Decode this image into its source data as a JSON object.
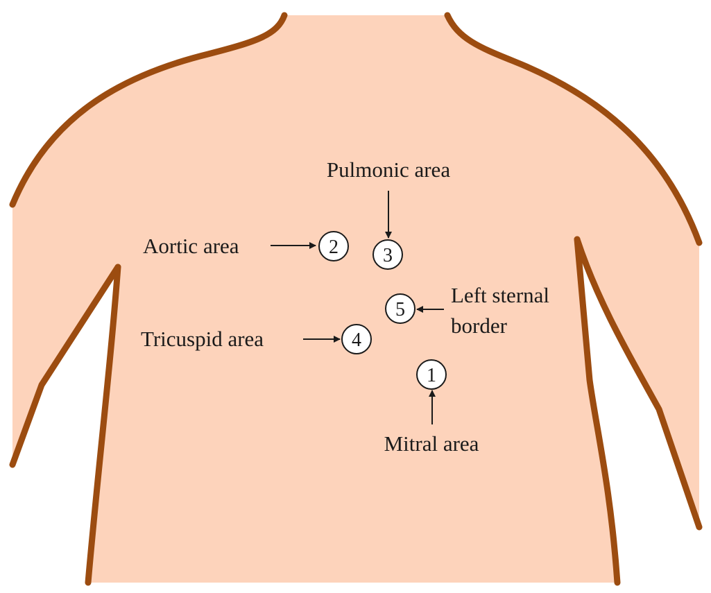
{
  "colors": {
    "skin": "#fdd3bb",
    "outline": "#9c4c10",
    "marker_fill": "#ffffff",
    "text": "#1a1a1a"
  },
  "points": [
    {
      "number": "1",
      "label": "Mitral area"
    },
    {
      "number": "2",
      "label": "Aortic area"
    },
    {
      "number": "3",
      "label": "Pulmonic area"
    },
    {
      "number": "4",
      "label": "Tricuspid area"
    },
    {
      "number": "5",
      "label_line1": "Left sternal",
      "label_line2": "border"
    }
  ]
}
